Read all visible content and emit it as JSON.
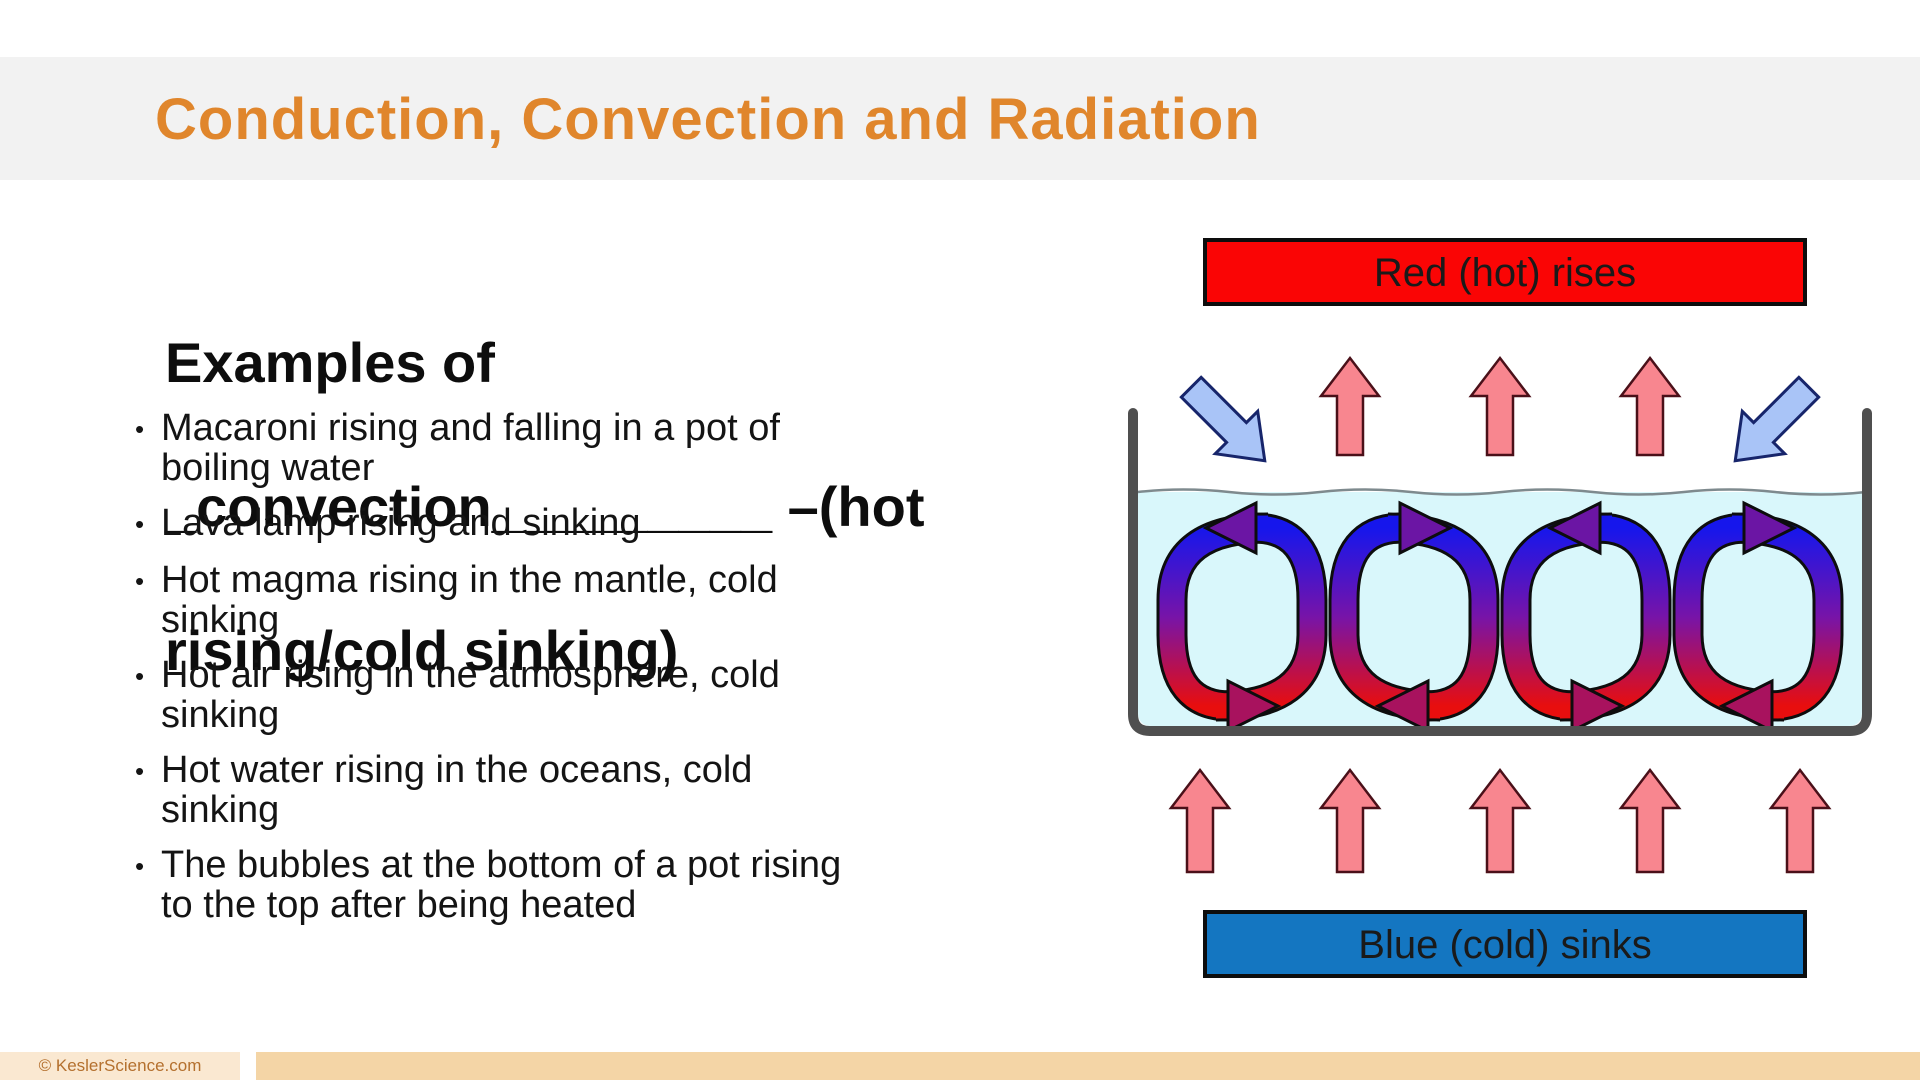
{
  "header": {
    "title": "Conduction, Convection and Radiation"
  },
  "left": {
    "bullet_char": "•",
    "heading_lines": [
      "Examples of",
      "_convection_________ –(hot",
      "rising/cold sinking)"
    ],
    "bullets": [
      {
        "lines": [
          "Macaroni rising and falling in a pot of",
          "boiling water"
        ]
      },
      {
        "lines": [
          "Lava lamp rising and sinking"
        ]
      },
      {
        "lines": [
          "Hot magma rising in the mantle, cold",
          "sinking"
        ]
      },
      {
        "lines": [
          "Hot air rising in the atmosphere, cold",
          "sinking"
        ]
      },
      {
        "lines": [
          "Hot water rising in the oceans, cold",
          "sinking"
        ]
      },
      {
        "lines": [
          "The bubbles at the bottom of a pot rising",
          "to the top after being heated"
        ]
      }
    ]
  },
  "diagram": {
    "top_label": "Red (hot) rises",
    "bottom_label": "Blue (cold) sinks",
    "colors": {
      "hot_box": "#FA0505",
      "cold_box": "#1476C1",
      "water": "#D9F7FB",
      "waterline": "#7E8A8E",
      "tank_wall": "#4F4F4F",
      "heat_arrow": "#F8868F",
      "cold_arrow": "#A9C4F7",
      "loop_top": "#1616EC",
      "loop_mid": "#7714A8",
      "loop_bottom": "#E80E0E",
      "loop_arrow_top": "#6B15A4",
      "loop_arrow_bottom": "#A8125E"
    }
  },
  "footer": {
    "copyright": "© KeslerScience.com"
  }
}
